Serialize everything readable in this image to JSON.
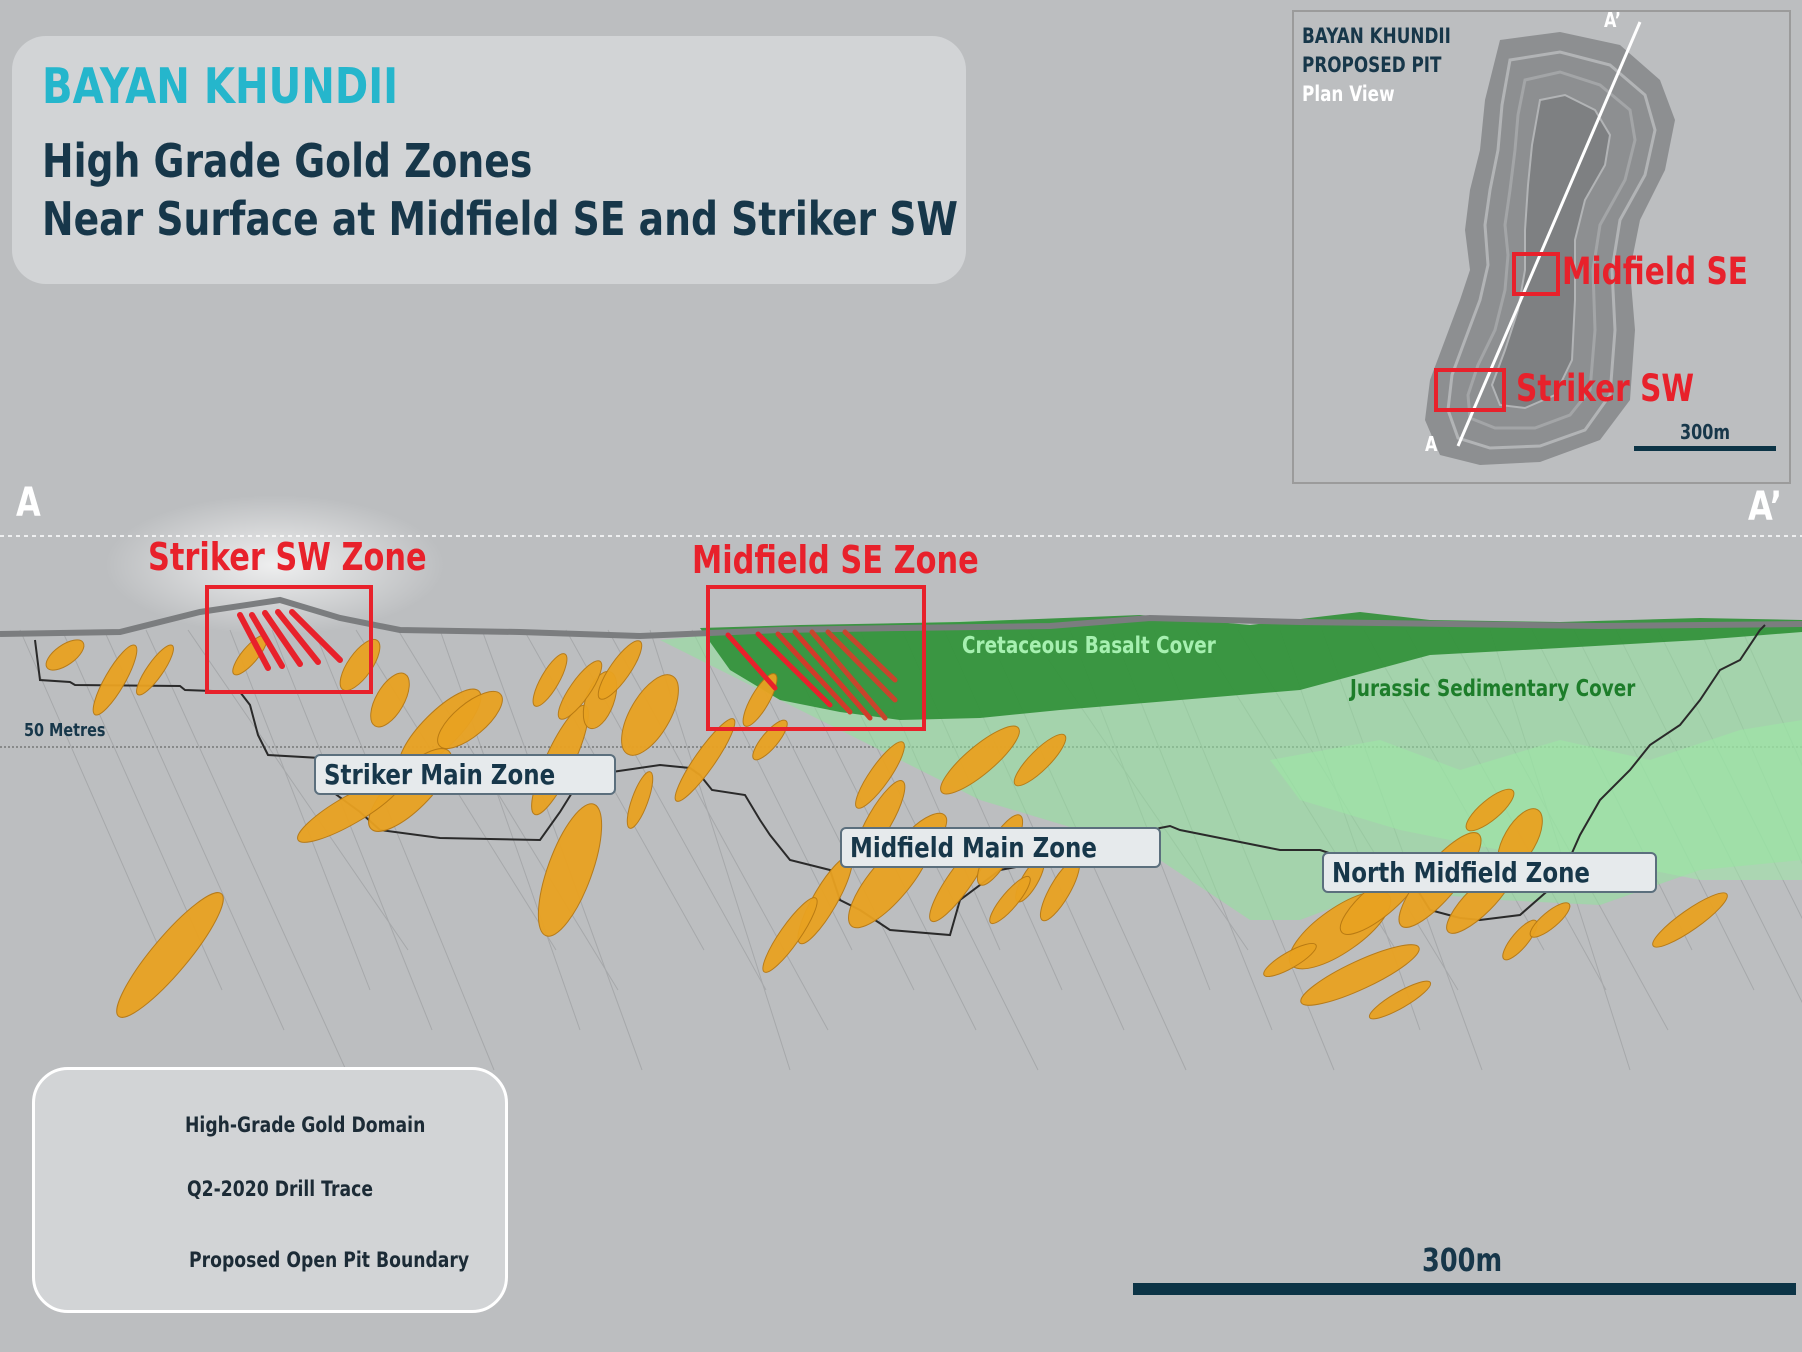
{
  "title": {
    "main": "BAYAN KHUNDII",
    "line1": "High Grade Gold Zones",
    "line2": "Near Surface at Midfield SE and Striker SW"
  },
  "inset": {
    "title1": "BAYAN KHUNDII",
    "title2": "PROPOSED PIT",
    "title3": "Plan View",
    "label_a": "A",
    "label_a_prime": "A’",
    "midfield_label": "Midfield SE",
    "striker_label": "Striker SW",
    "scale_label": "300m"
  },
  "section": {
    "end_a": "A",
    "end_a_prime": "A’",
    "striker_sw_zone": "Striker SW Zone",
    "midfield_se_zone": "Midfield SE Zone",
    "depth_label": "50 Metres",
    "basalt_label": "Cretaceous Basalt Cover",
    "jurassic_label": "Jurassic  Sedimentary Cover",
    "zones": [
      "Striker Main Zone",
      "Midfield Main Zone",
      "North Midfield Zone"
    ],
    "scale_label": "300m"
  },
  "legend": {
    "items": [
      {
        "label": "High-Grade Gold Domain",
        "icon": "gold-domain-swatch"
      },
      {
        "label": "Q2-2020 Drill Trace",
        "icon": "drill-trace-icon"
      },
      {
        "label": "Proposed Open Pit Boundary",
        "icon": "pit-boundary-icon"
      }
    ]
  },
  "colors": {
    "title_accent": "#25b6cc",
    "title_dark": "#17374a",
    "gold": "#e9a221",
    "highlight_red": "#e8212b",
    "basalt_green": "#2f8f36",
    "sediment_green": "#8fe39a"
  }
}
